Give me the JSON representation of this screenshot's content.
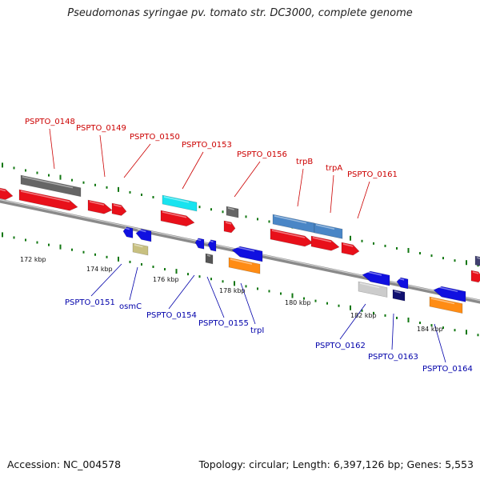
{
  "title": "Pseudomonas syringae pv. tomato str. DC3000, complete genome",
  "footer": {
    "accession": "Accession: NC_004578",
    "summary": "Topology: circular; Length: 6,397,126 bp; Genes: 5,553"
  },
  "colors": {
    "top_label": "#cc0000",
    "bottom_label": "#0000aa",
    "backbone": "#8a8a8a",
    "tick": "#117711"
  },
  "ticks": [
    "172 kbp",
    "174 kbp",
    "176 kbp",
    "178 kbp",
    "180 kbp",
    "182 kbp",
    "184 kbp"
  ],
  "top_labels": [
    "PSPTO_0148",
    "PSPTO_0149",
    "PSPTO_0150",
    "PSPTO_0153",
    "PSPTO_0156",
    "trpB",
    "trpA",
    "PSPTO_0161"
  ],
  "bottom_labels": [
    "PSPTO_0151",
    "osmC",
    "PSPTO_0154",
    "PSPTO_0155",
    "trpI",
    "PSPTO_0162",
    "PSPTO_0163",
    "PSPTO_0164"
  ]
}
